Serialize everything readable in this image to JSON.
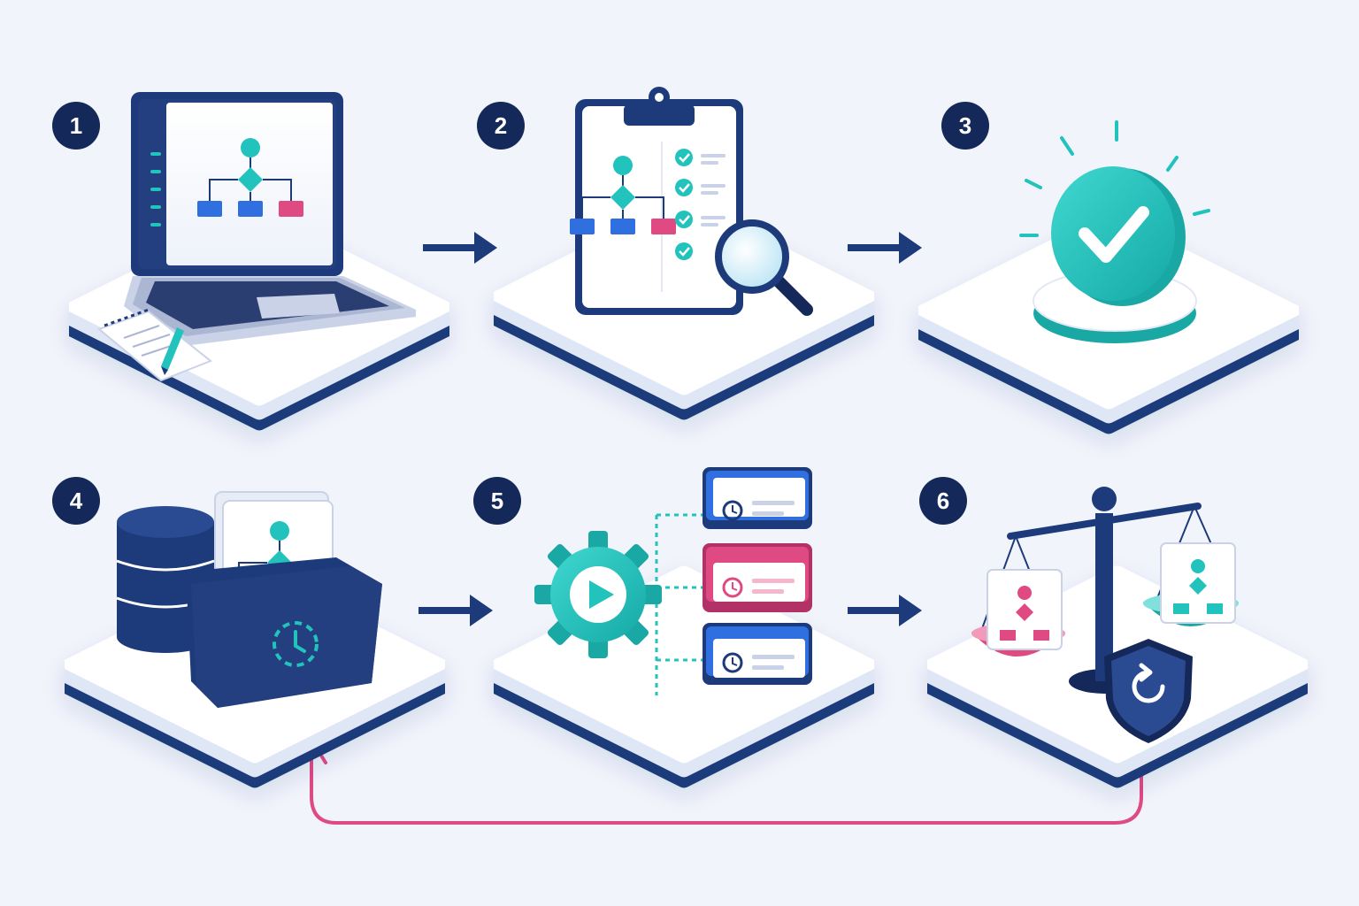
{
  "colors": {
    "background": "#f1f4fb",
    "navy": "#1d3a7a",
    "dark_navy": "#14285a",
    "teal": "#22c2bd",
    "pink": "#e04a82",
    "blue": "#2f6fe0",
    "white": "#ffffff"
  },
  "steps": [
    {
      "number": "1",
      "icon": "laptop-flowchart-icon"
    },
    {
      "number": "2",
      "icon": "clipboard-review-icon"
    },
    {
      "number": "3",
      "icon": "approval-check-icon"
    },
    {
      "number": "4",
      "icon": "database-folder-version-icon"
    },
    {
      "number": "5",
      "icon": "gear-play-schedule-icon"
    },
    {
      "number": "6",
      "icon": "scale-compare-rollback-icon"
    }
  ],
  "connectors": [
    {
      "from": "1",
      "to": "2",
      "icon": "arrow-right-icon"
    },
    {
      "from": "2",
      "to": "3",
      "icon": "arrow-right-icon"
    },
    {
      "from": "4",
      "to": "5",
      "icon": "arrow-right-icon"
    },
    {
      "from": "5",
      "to": "6",
      "icon": "arrow-right-icon"
    },
    {
      "from": "6",
      "to": "4",
      "icon": "loop-back-arrow-icon"
    }
  ]
}
